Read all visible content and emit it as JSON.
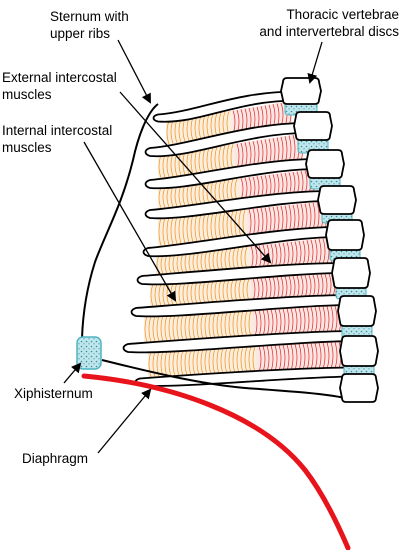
{
  "labels": {
    "sternum": [
      "Sternum with",
      "upper ribs"
    ],
    "vertebrae": [
      "Thoracic vertebrae",
      "and intervertebral discs"
    ],
    "external": [
      "External intercostal",
      "muscles"
    ],
    "internal": [
      "Internal intercostal",
      "muscles"
    ],
    "xiphisternum": "Xiphisternum",
    "diaphragm": "Diaphragm"
  },
  "colors": {
    "outline": "#000000",
    "external_muscle": "#e0242c",
    "internal_muscle": "#f0901c",
    "muscle_fill_front": "#fbeedd",
    "muscle_fill_back": "#fbe6e2",
    "disc": "#8fd3dc",
    "diaphragm": "#e8141c"
  },
  "icons": {
    "arrows": "arrow-icon"
  }
}
